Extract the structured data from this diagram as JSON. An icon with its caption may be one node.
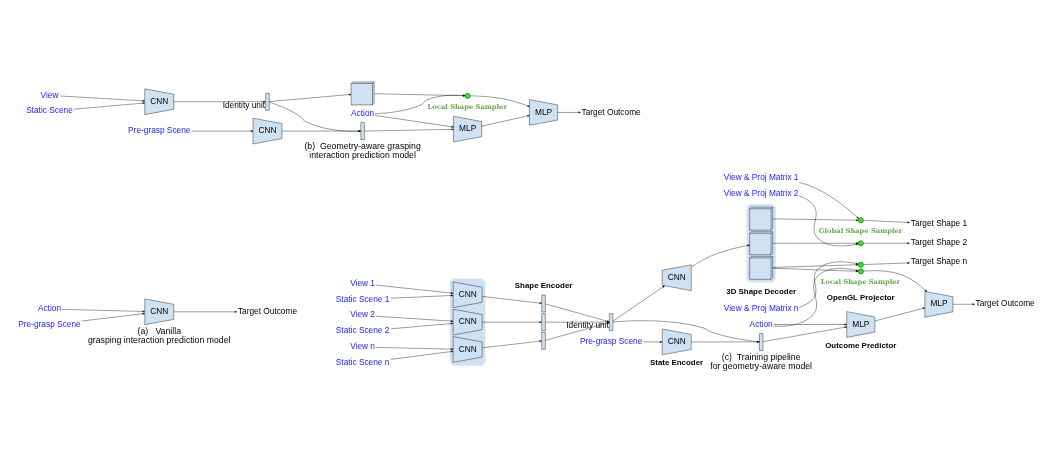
{
  "diagram": {
    "nodes": [
      {
        "text": [
          "Action"
        ]
      },
      {
        "text": [
          "Pre-grasp Scene"
        ]
      },
      {
        "text": [
          "CNN"
        ]
      },
      {
        "text": [
          "Target Outcome"
        ]
      },
      {
        "text": [
          "View"
        ]
      },
      {
        "text": [
          "Static Scene"
        ]
      },
      {
        "text": [
          "CNN"
        ]
      },
      {
        "text": [
          "Identity unit"
        ]
      },
      {
        "text": [],
        "shape": "cube"
      },
      {
        "text": [],
        "shape": "circle",
        "beside": [
          "Local Shape Sampler"
        ]
      },
      {
        "text": [
          "Action"
        ]
      },
      {
        "text": [
          "Pre-grasp Scene"
        ]
      },
      {
        "text": [
          "CNN"
        ]
      },
      {
        "text": [],
        "shape": "bar"
      },
      {
        "text": [
          "MLP"
        ]
      },
      {
        "text": [
          "MLP"
        ]
      },
      {
        "text": [
          "Target Outcome"
        ]
      },
      {
        "text": [],
        "shape": "box"
      },
      {
        "text": [
          "View 1"
        ]
      },
      {
        "text": [
          "Static Scene 1"
        ]
      },
      {
        "text": [
          "CNN"
        ],
        "in": 17
      },
      {
        "text": [],
        "shape": "bar"
      },
      {
        "text": [
          "View 2"
        ]
      },
      {
        "text": [
          "Static Scene 2"
        ]
      },
      {
        "text": [
          "CNN"
        ],
        "in": 17
      },
      {
        "text": [],
        "shape": "bar"
      },
      {
        "text": [
          "View n"
        ]
      },
      {
        "text": [
          "Static Scene n"
        ]
      },
      {
        "text": [
          "CNN"
        ],
        "in": 17
      },
      {
        "text": [],
        "shape": "bar"
      },
      {
        "text": [
          "Identity unit"
        ]
      },
      {
        "text": [
          "CNN"
        ]
      },
      {
        "text": [],
        "shape": "box"
      },
      {
        "text": [],
        "shape": "cube",
        "in": 32
      },
      {
        "text": [],
        "shape": "cube",
        "in": 32
      },
      {
        "text": [],
        "shape": "cube",
        "in": 32
      },
      {
        "text": [
          "View & Proj Matrix 1"
        ]
      },
      {
        "text": [],
        "shape": "circle",
        "beside": [
          "Global Shape Sampler"
        ]
      },
      {
        "text": [
          "Target Shape 1"
        ]
      },
      {
        "text": [
          "View & Proj Matrix 2"
        ]
      },
      {
        "text": [],
        "shape": "circle"
      },
      {
        "text": [
          "Target Shape 2"
        ]
      },
      {
        "text": [
          "View & Proj Matrix n"
        ]
      },
      {
        "text": [],
        "shape": "circle"
      },
      {
        "text": [
          "Target Shape n"
        ]
      },
      {
        "text": [],
        "shape": "circle",
        "beside": [
          "Local Shape Sampler"
        ]
      },
      {
        "text": [
          "Action"
        ]
      },
      {
        "text": [
          "Pre-grasp Scene"
        ]
      },
      {
        "text": [
          "CNN"
        ]
      },
      {
        "text": [],
        "shape": "bar"
      },
      {
        "text": [
          "MLP"
        ]
      },
      {
        "text": [
          "MLP"
        ]
      },
      {
        "text": [
          "Target Outcome"
        ]
      }
    ],
    "edges": [
      {
        "from": 0,
        "to": 2,
        "arrow": "to"
      },
      {
        "from": 1,
        "to": 2,
        "arrow": "to"
      },
      {
        "from": 2,
        "to": 3,
        "arrow": "to"
      },
      {
        "from": 4,
        "to": 6,
        "arrow": "to"
      },
      {
        "from": 5,
        "to": 6,
        "arrow": "to"
      },
      {
        "from": 6,
        "to": 7,
        "arrow": "to"
      },
      {
        "from": 7,
        "to": 8,
        "arrow": "to"
      },
      {
        "from": 8,
        "to": 9,
        "arrow": "to"
      },
      {
        "from": 7,
        "to": 13,
        "arrow": "to"
      },
      {
        "from": 10,
        "to": 9,
        "arrow": "to"
      },
      {
        "from": 10,
        "to": 14,
        "arrow": "to"
      },
      {
        "from": 11,
        "to": 12,
        "arrow": "to"
      },
      {
        "from": 12,
        "to": 13,
        "arrow": "to"
      },
      {
        "from": 13,
        "to": 14,
        "arrow": "to"
      },
      {
        "from": 14,
        "to": 15,
        "arrow": "to"
      },
      {
        "from": 9,
        "to": 15,
        "arrow": "to"
      },
      {
        "from": 15,
        "to": 16,
        "arrow": "to"
      },
      {
        "from": 18,
        "to": 20,
        "arrow": "to"
      },
      {
        "from": 19,
        "to": 20,
        "arrow": "to"
      },
      {
        "from": 22,
        "to": 24,
        "arrow": "to"
      },
      {
        "from": 23,
        "to": 24,
        "arrow": "to"
      },
      {
        "from": 26,
        "to": 28,
        "arrow": "to"
      },
      {
        "from": 27,
        "to": 28,
        "arrow": "to"
      },
      {
        "from": 20,
        "to": 21,
        "arrow": "to"
      },
      {
        "from": 24,
        "to": 25,
        "arrow": "to"
      },
      {
        "from": 28,
        "to": 29,
        "arrow": "to"
      },
      {
        "from": 21,
        "to": 30,
        "arrow": "to"
      },
      {
        "from": 25,
        "to": 30,
        "arrow": "to"
      },
      {
        "from": 29,
        "to": 30,
        "arrow": "to"
      },
      {
        "from": 30,
        "to": 31,
        "arrow": "to"
      },
      {
        "from": 31,
        "to": 34,
        "arrow": "to"
      },
      {
        "from": 30,
        "to": 49,
        "arrow": "to"
      },
      {
        "from": 33,
        "to": 37,
        "arrow": "to"
      },
      {
        "from": 36,
        "to": 37,
        "arrow": "to"
      },
      {
        "from": 37,
        "to": 38,
        "arrow": "to"
      },
      {
        "from": 34,
        "to": 40,
        "arrow": "to"
      },
      {
        "from": 39,
        "to": 40,
        "arrow": "to"
      },
      {
        "from": 40,
        "to": 41,
        "arrow": "to"
      },
      {
        "from": 35,
        "to": 43,
        "arrow": "to"
      },
      {
        "from": 42,
        "to": 43,
        "arrow": "to"
      },
      {
        "from": 43,
        "to": 44,
        "arrow": "to"
      },
      {
        "from": 35,
        "to": 45,
        "arrow": "to"
      },
      {
        "from": 46,
        "to": 45,
        "arrow": "to"
      },
      {
        "from": 46,
        "to": 50,
        "arrow": "to"
      },
      {
        "from": 47,
        "to": 48,
        "arrow": "to"
      },
      {
        "from": 48,
        "to": 49,
        "arrow": "to"
      },
      {
        "from": 49,
        "to": 50,
        "arrow": "to"
      },
      {
        "from": 50,
        "to": 51,
        "arrow": "to"
      },
      {
        "from": 45,
        "to": 51,
        "arrow": "to"
      },
      {
        "from": 51,
        "to": 52,
        "arrow": "to"
      }
    ],
    "labels": [
      "(a)   Vanilla grasping interaction prediction model",
      "(b)  Geometry-aware grasping interaction prediction model",
      "Shape Encoder",
      "3D Shape Decoder",
      "OpenGL Projector",
      "State Encoder",
      "Outcome Predictor",
      "(c)  Training pipeline for geometry-aware model"
    ]
  }
}
